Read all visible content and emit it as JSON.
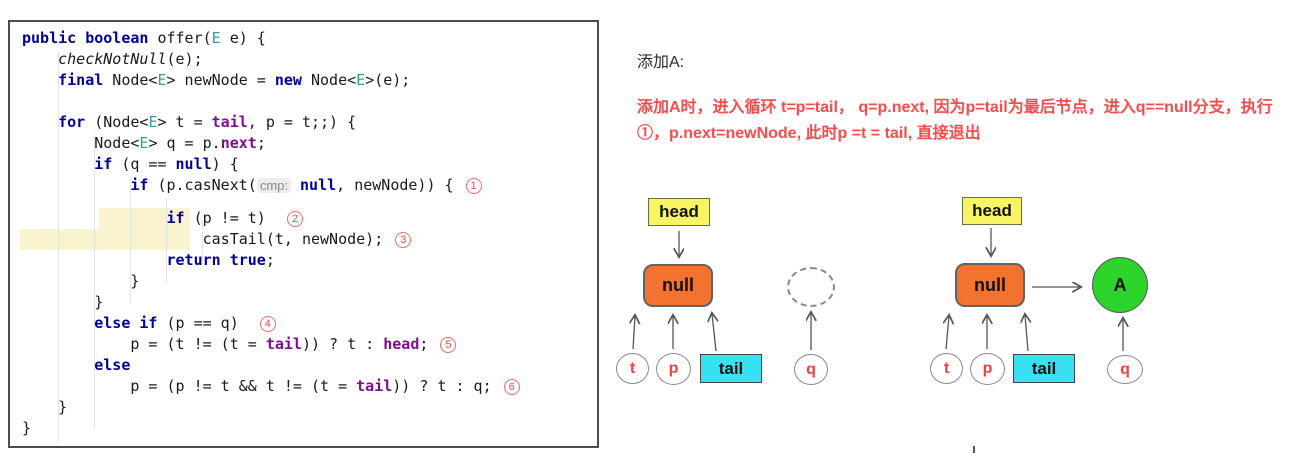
{
  "code_panel": {
    "lines": [
      {
        "tokens": [
          [
            "k",
            "public"
          ],
          [
            "p",
            " "
          ],
          [
            "k",
            "boolean"
          ],
          [
            "p",
            " offer("
          ],
          [
            "ty",
            "E"
          ],
          [
            "p",
            " e) {"
          ]
        ]
      },
      {
        "tokens": [
          [
            "p",
            "    "
          ],
          [
            "it",
            "checkNotNull"
          ],
          [
            "p",
            "(e);"
          ]
        ]
      },
      {
        "tokens": [
          [
            "p",
            "    "
          ],
          [
            "k",
            "final"
          ],
          [
            "p",
            " Node<"
          ],
          [
            "ty",
            "E"
          ],
          [
            "p",
            "> newNode = "
          ],
          [
            "k",
            "new"
          ],
          [
            "p",
            " Node<"
          ],
          [
            "ty",
            "E"
          ],
          [
            "p",
            ">(e);"
          ]
        ]
      },
      {
        "tokens": []
      },
      {
        "tokens": [
          [
            "p",
            "    "
          ],
          [
            "k",
            "for"
          ],
          [
            "p",
            " (Node<"
          ],
          [
            "ty",
            "E"
          ],
          [
            "p",
            "> t = "
          ],
          [
            "f",
            "tail"
          ],
          [
            "p",
            ", p = t;;) {"
          ]
        ]
      },
      {
        "tokens": [
          [
            "p",
            "        Node<"
          ],
          [
            "ty",
            "E"
          ],
          [
            "p",
            "> q = p."
          ],
          [
            "f",
            "next"
          ],
          [
            "p",
            ";"
          ]
        ]
      },
      {
        "tokens": [
          [
            "p",
            "        "
          ],
          [
            "k",
            "if"
          ],
          [
            "p",
            " (q == "
          ],
          [
            "k",
            "null"
          ],
          [
            "p",
            ") {"
          ]
        ]
      },
      {
        "tokens": [
          [
            "p",
            "            "
          ],
          [
            "k",
            "if"
          ],
          [
            "p",
            " (p.casNext("
          ],
          [
            "h",
            "cmp:"
          ],
          [
            "p",
            " "
          ],
          [
            "k",
            "null"
          ],
          [
            "p",
            ", newNode)) { "
          ],
          [
            "c",
            "1"
          ]
        ]
      },
      {
        "gap": true,
        "tokens": [
          [
            "p",
            "                "
          ],
          [
            "k",
            "if"
          ],
          [
            "p",
            " (p != t)  "
          ],
          [
            "c",
            "2"
          ]
        ]
      },
      {
        "tokens": [
          [
            "p",
            "                    casTail(t, newNode); "
          ],
          [
            "c",
            "3"
          ]
        ]
      },
      {
        "tokens": [
          [
            "p",
            "                "
          ],
          [
            "k",
            "return"
          ],
          [
            "p",
            " "
          ],
          [
            "k",
            "true"
          ],
          [
            "p",
            ";"
          ]
        ]
      },
      {
        "tokens": [
          [
            "p",
            "            }"
          ]
        ]
      },
      {
        "tokens": [
          [
            "p",
            "        }"
          ]
        ]
      },
      {
        "tokens": [
          [
            "p",
            "        "
          ],
          [
            "k",
            "else if"
          ],
          [
            "p",
            " (p == q)  "
          ],
          [
            "c",
            "4"
          ]
        ]
      },
      {
        "tokens": [
          [
            "p",
            "            p = (t != (t = "
          ],
          [
            "f",
            "tail"
          ],
          [
            "p",
            ")) ? t : "
          ],
          [
            "f",
            "head"
          ],
          [
            "p",
            "; "
          ],
          [
            "c",
            "5"
          ]
        ]
      },
      {
        "tokens": [
          [
            "p",
            "        "
          ],
          [
            "k",
            "else"
          ]
        ]
      },
      {
        "tokens": [
          [
            "p",
            "            p = (p != t && t != (t = "
          ],
          [
            "f",
            "tail"
          ],
          [
            "p",
            ")) ? t : q; "
          ],
          [
            "c",
            "6"
          ]
        ]
      },
      {
        "tokens": [
          [
            "p",
            "    }"
          ]
        ]
      },
      {
        "tokens": [
          [
            "p",
            "}"
          ]
        ]
      }
    ]
  },
  "annotation": {
    "title": "添加A:",
    "description": "添加A时，进入循环 t=p=tail， q=p.next, 因为p=tail为最后节点，进入q==null分支，执行①，p.next=newNode, 此时p =t = tail, 直接退出"
  },
  "diagrams": [
    {
      "head_label": "head",
      "node_label": "null",
      "tail_label": "tail",
      "t_label": "t",
      "p_label": "p",
      "q_label": "q"
    },
    {
      "head_label": "head",
      "node_label": "null",
      "tail_label": "tail",
      "t_label": "t",
      "p_label": "p",
      "q_label": "q",
      "value_label": "A"
    }
  ],
  "colors": {
    "keyword": "#00009c",
    "field": "#7b0f8e",
    "type_param": "#2e9fa4",
    "circle_number": "#ee4d4d",
    "annotation_red": "#fa4b4b",
    "head_fill": "#f9f464",
    "node_fill": "#f27330",
    "tail_fill": "#36e2f2",
    "value_fill": "#2bd32b",
    "highlight_band": "#faf3cf"
  }
}
